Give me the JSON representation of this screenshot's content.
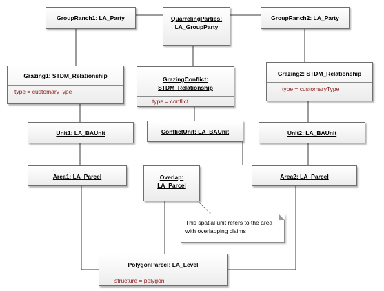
{
  "objects": {
    "group_ranch1": {
      "name": "GroupRanch1: LA_Party"
    },
    "quarreling_parties": {
      "name_line1": "QuarrelingParties:",
      "name_line2": "LA_GroupParty"
    },
    "group_ranch2": {
      "name": "GroupRanch2: LA_Party"
    },
    "grazing1": {
      "name": "Grazing1: STDM_Relationship",
      "attr": "type = customaryType"
    },
    "grazing_conflict": {
      "name_line1": "GrazingConflict:",
      "name_line2": "STDM_Relationship",
      "attr": "type = conflict"
    },
    "grazing2": {
      "name": "Grazing2: STDM_Relationship",
      "attr": "type = customaryType"
    },
    "unit1": {
      "name": "Unit1: LA_BAUnit"
    },
    "conflict_unit": {
      "name": "ConflictUnit: LA_BAUnit"
    },
    "unit2": {
      "name": "Unit2: LA_BAUnit"
    },
    "area1": {
      "name": "Area1: LA_Parcel"
    },
    "overlap": {
      "name_line1": "Overlap:",
      "name_line2": "LA_Parcel"
    },
    "area2": {
      "name": "Area2: LA_Parcel"
    },
    "polygon_parcel": {
      "name": "PolygonParcel: LA_Level",
      "attr": "structure = polygon"
    }
  },
  "note": {
    "line1": "This spatial unit refers to the area",
    "line2": "with overlapping claims"
  }
}
